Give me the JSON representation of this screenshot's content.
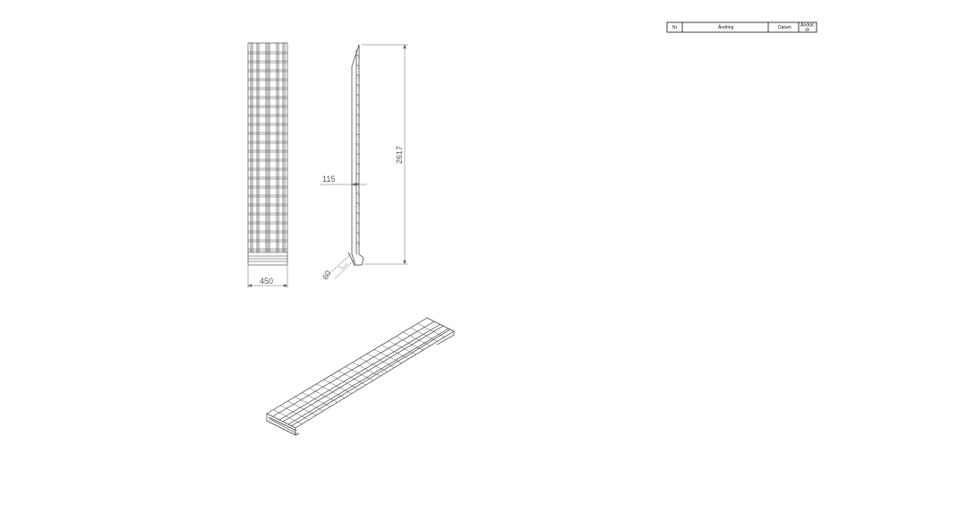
{
  "title_block": {
    "col_nr": "Nr",
    "col_change": "Ändring",
    "col_date": "Datum",
    "col_sign_line1": "Ändrat",
    "col_sign_line2": "av"
  },
  "dimensions": {
    "width": "450",
    "length": "2617",
    "height": "115",
    "angle": "60"
  }
}
